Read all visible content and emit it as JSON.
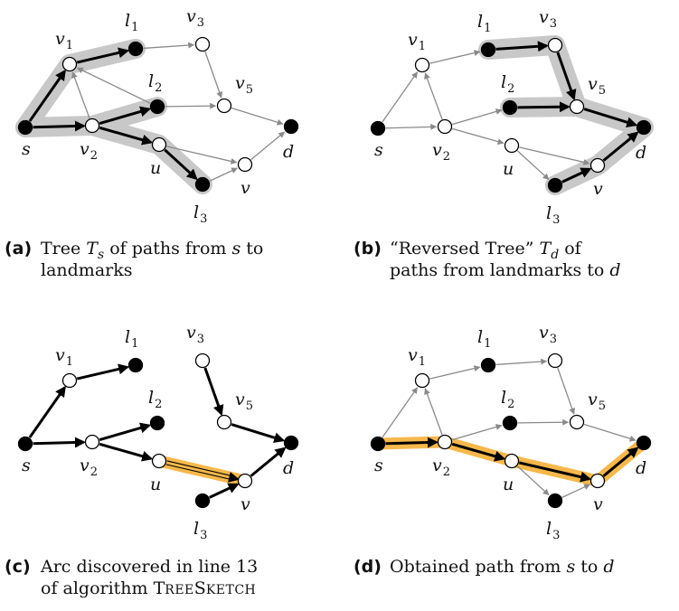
{
  "labels": {
    "s": "s",
    "d": "d",
    "u": "u",
    "v": "v",
    "l": "l",
    "v_letter": "v",
    "sub1": "1",
    "sub2": "2",
    "sub3": "3",
    "sub5": "5"
  },
  "panels": [
    {
      "tag": "(a)",
      "line1": [
        {
          "t": "Tree ",
          "m": false
        },
        {
          "t": "T",
          "m": true
        },
        {
          "t": "s",
          "m": true,
          "sub": true
        },
        {
          "t": " of paths from ",
          "m": false
        },
        {
          "t": "s",
          "m": true
        },
        {
          "t": " to",
          "m": false
        }
      ],
      "line2": [
        {
          "t": "landmarks",
          "m": false
        }
      ]
    },
    {
      "tag": "(b)",
      "line1": [
        {
          "t": "“Reversed Tree” ",
          "m": false
        },
        {
          "t": "T",
          "m": true
        },
        {
          "t": "d",
          "m": true,
          "sub": true
        },
        {
          "t": " of",
          "m": false
        }
      ],
      "line2": [
        {
          "t": "paths from landmarks to ",
          "m": false
        },
        {
          "t": "d",
          "m": true
        }
      ]
    },
    {
      "tag": "(c)",
      "line1": [
        {
          "t": "Arc discovered in line 13",
          "m": false
        }
      ],
      "line2": [
        {
          "t": "of algorithm ",
          "m": false
        },
        {
          "t": "T",
          "m": false
        },
        {
          "t": "REE",
          "m": false,
          "sc": true
        },
        {
          "t": "S",
          "m": false
        },
        {
          "t": "KETCH",
          "m": false,
          "sc": true
        }
      ]
    },
    {
      "tag": "(d)",
      "line1": [
        {
          "t": "Obtained path from ",
          "m": false
        },
        {
          "t": "s",
          "m": true
        },
        {
          "t": " to ",
          "m": false
        },
        {
          "t": "d",
          "m": true
        }
      ],
      "line2": []
    }
  ]
}
